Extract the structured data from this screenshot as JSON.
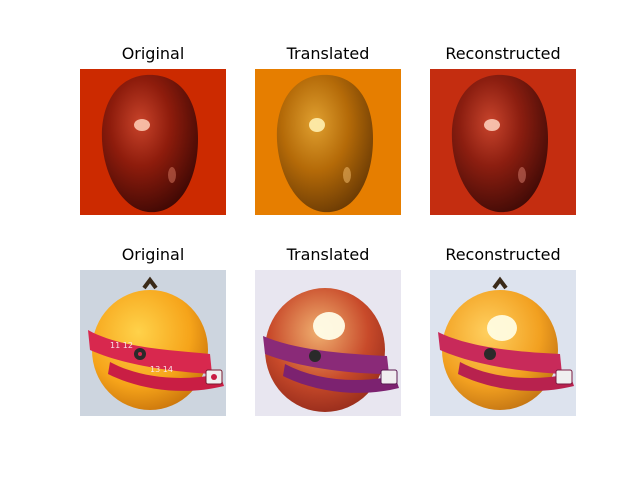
{
  "figure": {
    "rows": [
      {
        "panels": [
          {
            "title": "Original"
          },
          {
            "title": "Translated"
          },
          {
            "title": "Reconstructed"
          }
        ]
      },
      {
        "panels": [
          {
            "title": "Original"
          },
          {
            "title": "Translated"
          },
          {
            "title": "Reconstructed"
          }
        ]
      }
    ]
  },
  "colors": {
    "apple_bg_original": "#cc2a00",
    "apple_bg_translated": "#e67e00",
    "apple_bg_reconstructed": "#c42d10",
    "orange_bg_original": "#cdd5df",
    "orange_bg_translated": "#e8e6f0",
    "orange_bg_reconstructed": "#dde3ee"
  }
}
